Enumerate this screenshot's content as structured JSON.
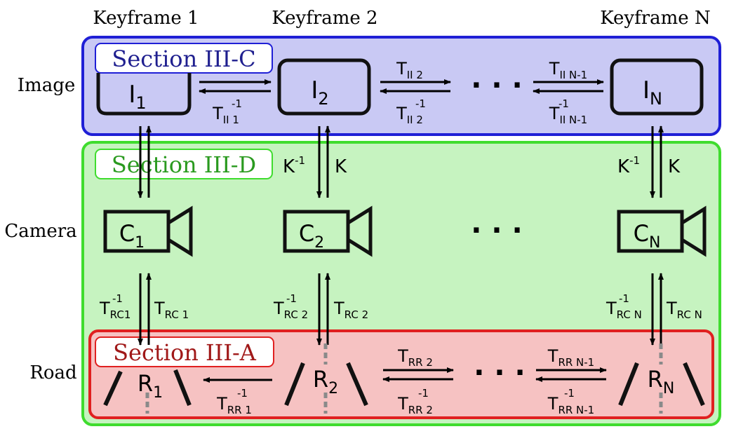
{
  "columns": {
    "kf1": "Keyframe 1",
    "kf2": "Keyframe 2",
    "kfN": "Keyframe N"
  },
  "rows": {
    "image": "Image",
    "camera": "Camera",
    "road": "Road"
  },
  "sections": {
    "image": "Section III-C",
    "camera": "Section III-D",
    "road": "Section III-A"
  },
  "nodes": {
    "image": [
      {
        "base": "I",
        "sub": "1"
      },
      {
        "base": "I",
        "sub": "2"
      },
      {
        "base": "I",
        "sub": "N"
      }
    ],
    "camera": [
      {
        "base": "C",
        "sub": "1"
      },
      {
        "base": "C",
        "sub": "2"
      },
      {
        "base": "C",
        "sub": "N"
      }
    ],
    "road": [
      {
        "base": "R",
        "sub": "1"
      },
      {
        "base": "R",
        "sub": "2"
      },
      {
        "base": "R",
        "sub": "N"
      }
    ]
  },
  "ellipsis": "· · ·",
  "labels": {
    "T": "T",
    "inv": "-1",
    "K": "K",
    "II2": "II 2",
    "IIN1": "II N-1",
    "II1": "II 1",
    "RC1inv": "RC1",
    "RC1": "RC 1",
    "RC2": "RC 2",
    "RCN": "RC N",
    "RR2": "RR 2",
    "RRN1": "RR N-1",
    "RR1": "RR 1"
  },
  "colors": {
    "image_fill": "#c9c9f4",
    "image_border": "#1f1fd6",
    "image_section_text": "#1f1f8f",
    "camera_fill": "#c6f3c0",
    "camera_border": "#3fdc2e",
    "camera_section_text": "#2a9a1f",
    "road_fill": "#f6c2c2",
    "road_border": "#e02020",
    "road_section_text": "#a01818",
    "dashed": "#8a8a8a"
  }
}
